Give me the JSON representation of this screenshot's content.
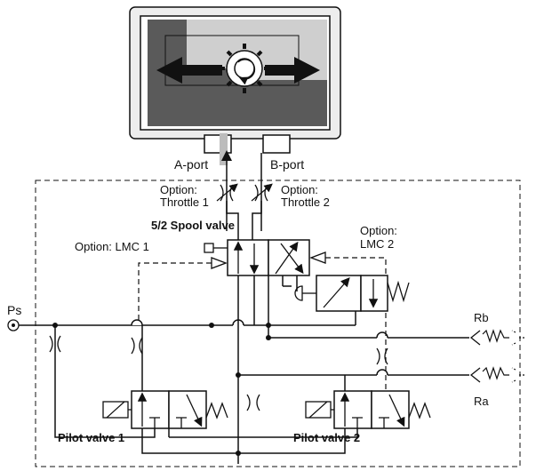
{
  "diagram": {
    "labels": {
      "a_port": "A-port",
      "b_port": "B-port",
      "throttle1_option": "Option:",
      "throttle1_name": "Throttle 1",
      "throttle2_option": "Option:",
      "throttle2_name": "Throttle 2",
      "spool_valve": "5/2 Spool valve",
      "lmc1": "Option: LMC 1",
      "lmc2_option": "Option:",
      "lmc2_name": "LMC 2",
      "ps": "Ps",
      "rb": "Rb",
      "ra": "Ra",
      "pilot1": "Pilot valve 1",
      "pilot2": "Pilot valve 2"
    },
    "colors": {
      "line": "#111111",
      "actuator_dark": "#5a5a5a",
      "actuator_light": "#cfcfcf",
      "actuator_frame": "#e6e6e6"
    }
  }
}
